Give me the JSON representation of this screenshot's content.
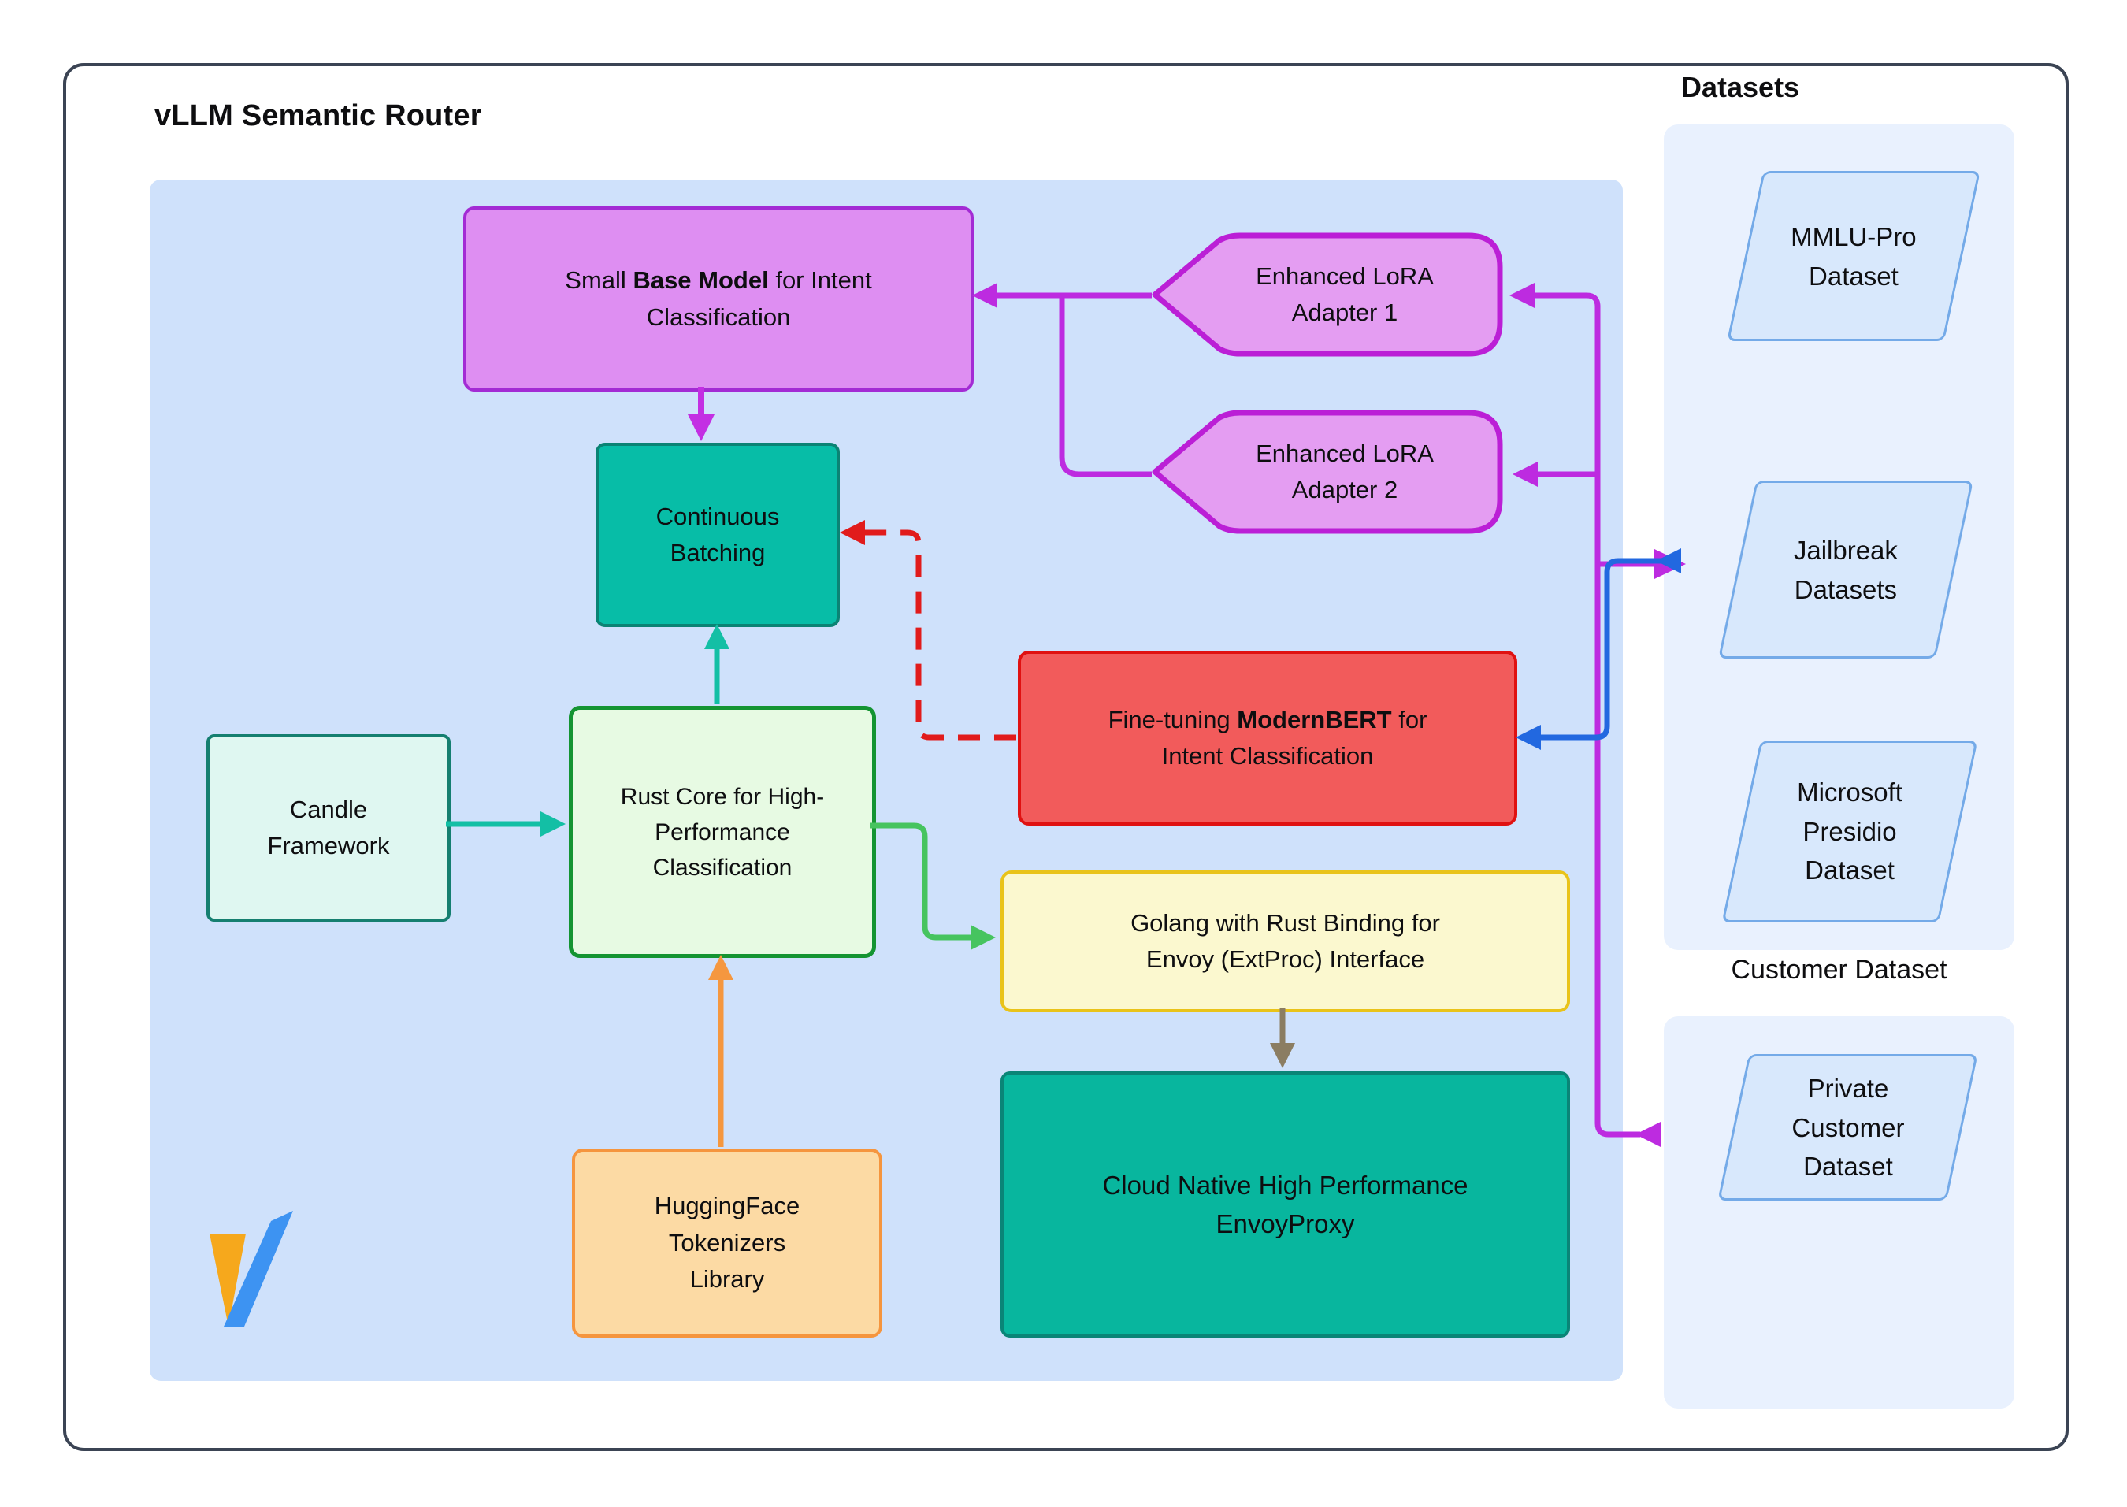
{
  "title": "vLLM Semantic Router",
  "nodes": {
    "base_model": {
      "pre": "Small ",
      "bold": "Base Model",
      "post": " for Intent Classification"
    },
    "adapter1": "Enhanced LoRA Adapter 1",
    "adapter2": "Enhanced LoRA Adapter 2",
    "continuous_batching": "Continuous Batching",
    "modernbert": {
      "pre": "Fine-tuning ",
      "bold": "ModernBERT",
      "post": " for Intent Classification"
    },
    "candle": "Candle Framework",
    "rust_core": "Rust Core for High-Performance Classification",
    "golang": "Golang with Rust Binding for Envoy (ExtProc) Interface",
    "envoy": "Cloud Native High Performance EnvoyProxy",
    "huggingface": "HuggingFace Tokenizers Library"
  },
  "datasets_panel": {
    "label": "Datasets",
    "items": [
      "MMLU-Pro Dataset",
      "Jailbreak Datasets",
      "Microsoft Presidio Dataset"
    ]
  },
  "customer_panel": {
    "label": "Customer Dataset",
    "items": [
      "Private Customer Dataset"
    ]
  },
  "colors": {
    "main_container": "#cfe1fb",
    "panel": "#e9f1fe",
    "purple_node_fill": "#de8ef2",
    "purple_node_border": "#a32bd4",
    "adapter_fill": "#e49df2",
    "adapter_border": "#bb1fd6",
    "teal_node_fill": "#07bda7",
    "red_node_fill": "#f25b5b",
    "red_node_border": "#e01111",
    "mint_node_fill": "#dff7f1",
    "green_node_fill": "#e7fae3",
    "green_node_border": "#149432",
    "yellow_node_fill": "#fbf8cf",
    "yellow_node_border": "#e9c319",
    "orange_node_fill": "#fcdaa4",
    "orange_node_border": "#f5953e",
    "parallelogram_fill": "#d8e8fc",
    "parallelogram_border": "#74aae8",
    "edge_magenta": "#bd2be0",
    "edge_blue": "#2268e0",
    "edge_red": "#e11b1b",
    "edge_teal": "#13bfa5",
    "edge_green": "#46c45f",
    "edge_orange": "#f5973f",
    "edge_gray": "#8b7d62",
    "logo_orange": "#f6a81c",
    "logo_blue": "#3d93f2"
  }
}
